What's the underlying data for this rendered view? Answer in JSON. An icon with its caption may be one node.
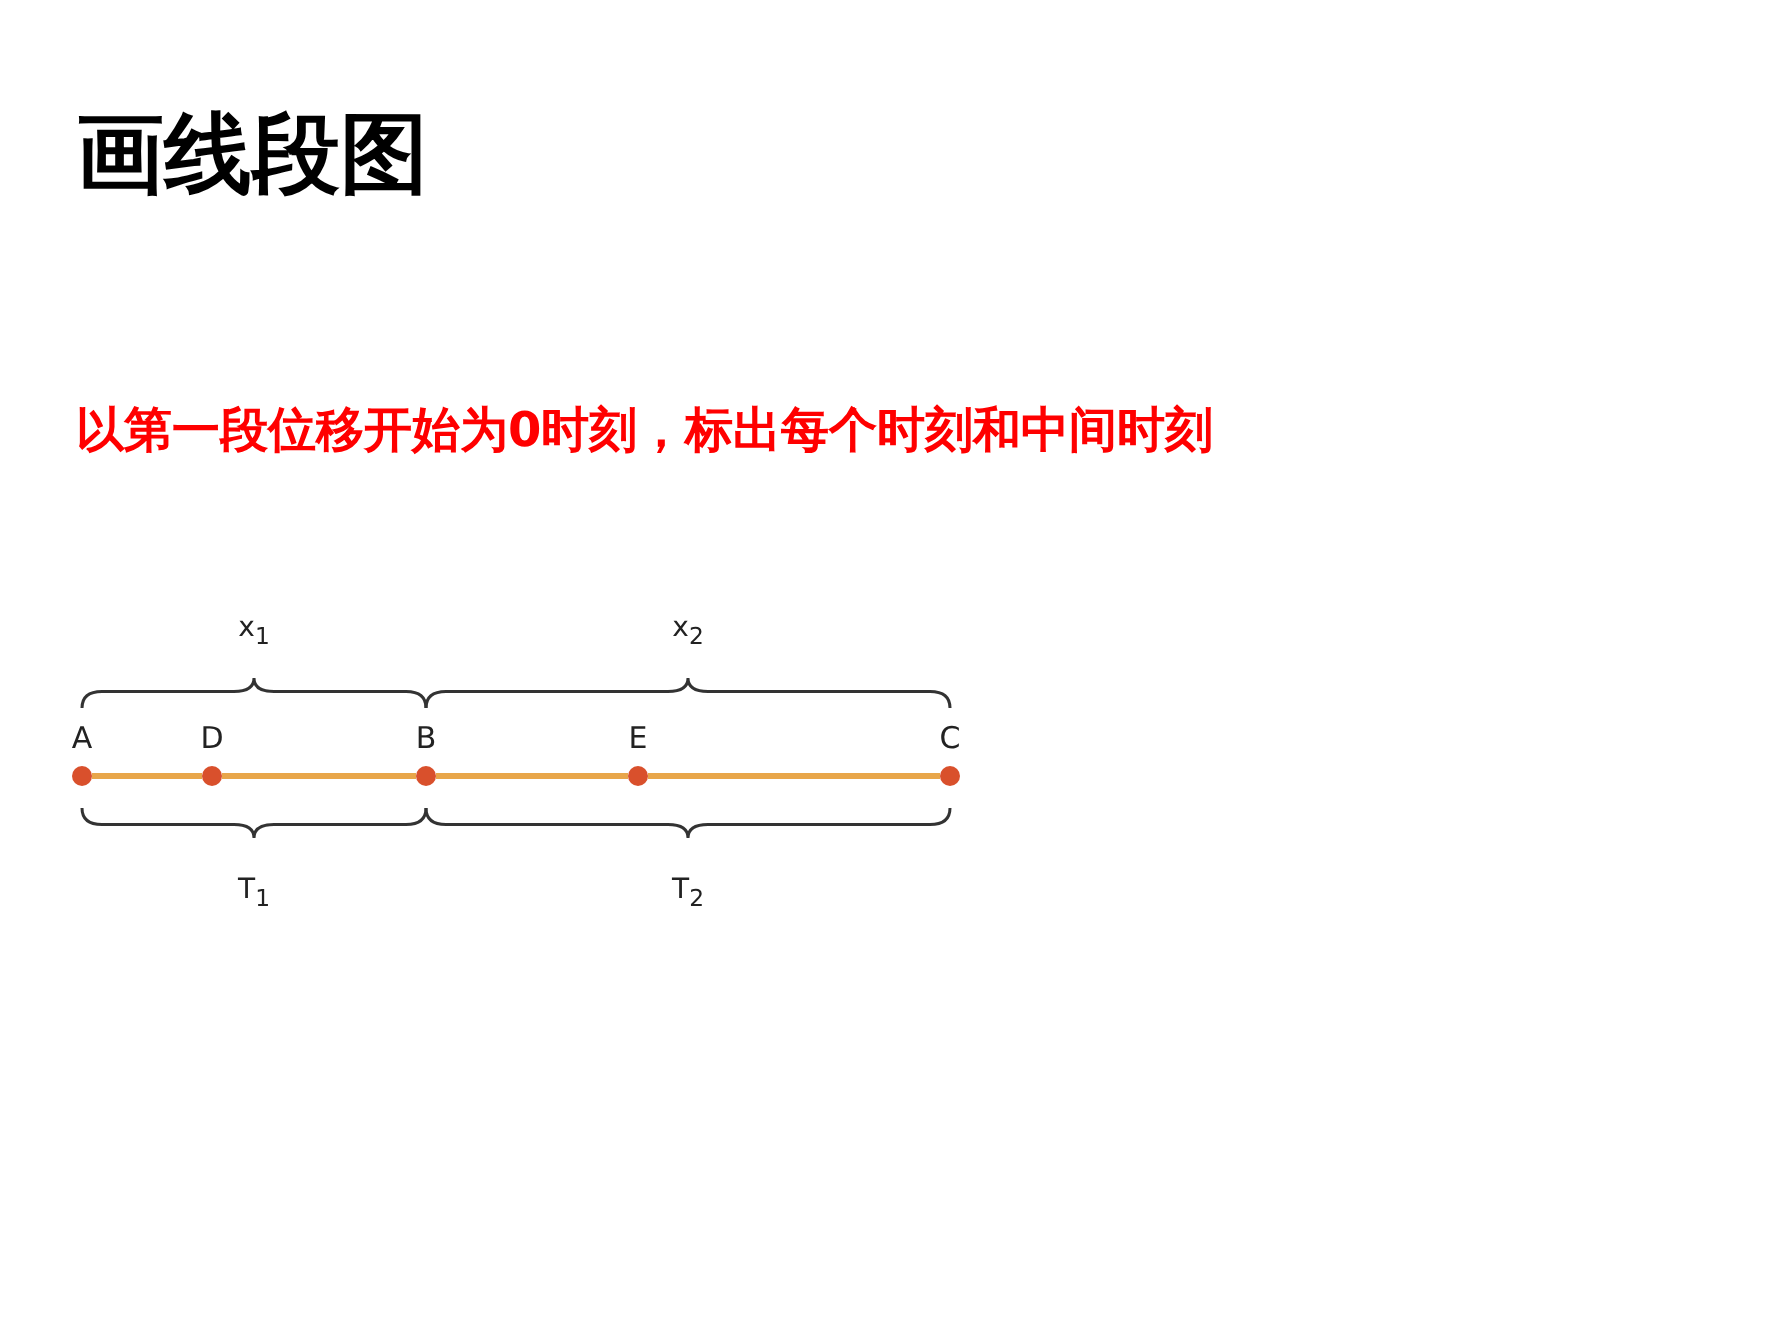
{
  "diagram": {
    "title": "画线段图",
    "nodes": [
      {
        "text": [
          "A"
        ]
      },
      {
        "text": [
          "D"
        ]
      },
      {
        "text": [
          "B"
        ]
      },
      {
        "text": [
          "E"
        ]
      },
      {
        "text": [
          "C"
        ]
      }
    ],
    "edges": [
      {
        "from": 0,
        "to": 1,
        "arrow": "none"
      },
      {
        "from": 1,
        "to": 2,
        "arrow": "none"
      },
      {
        "from": 2,
        "to": 3,
        "arrow": "none"
      },
      {
        "from": 3,
        "to": 4,
        "arrow": "none"
      }
    ],
    "labels": [
      "以第一段位移开始为0时刻，标出每个时刻和中间时刻",
      "x$_{1}$",
      "x$_{2}$",
      "T$_{1}$",
      "T$_{2}$"
    ]
  }
}
